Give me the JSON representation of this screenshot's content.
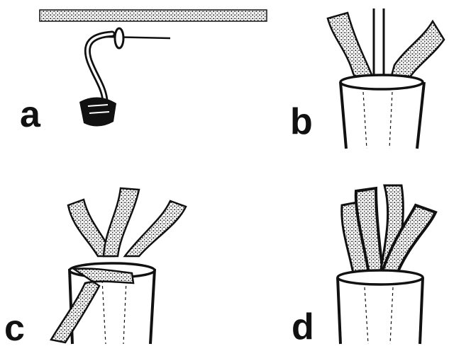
{
  "figure": {
    "colors": {
      "ink": "#111111",
      "background": "#ffffff",
      "dotted_fill": "#bfbfbf"
    },
    "panels": [
      {
        "id": "a",
        "label": "a"
      },
      {
        "id": "b",
        "label": "b"
      },
      {
        "id": "c",
        "label": "c"
      },
      {
        "id": "d",
        "label": "d"
      }
    ]
  }
}
